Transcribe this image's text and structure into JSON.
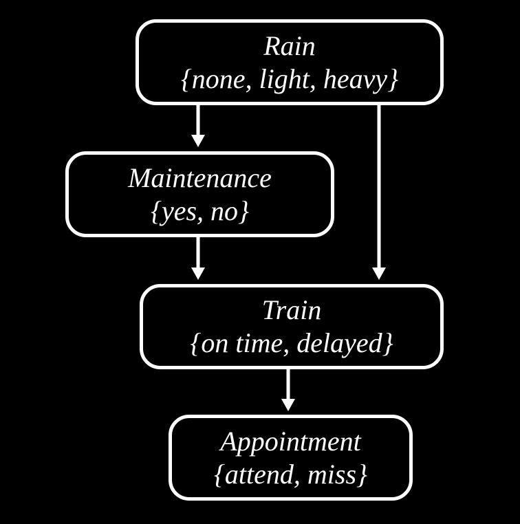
{
  "diagram": {
    "type": "bayesian-network",
    "colors": {
      "background": "#000000",
      "node_border": "#ffffff",
      "text": "#ffffff",
      "arrow": "#ffffff"
    },
    "nodes": [
      {
        "id": "rain",
        "label": "Rain",
        "values": "{none, light, heavy}"
      },
      {
        "id": "maintenance",
        "label": "Maintenance",
        "values": "{yes, no}"
      },
      {
        "id": "train",
        "label": "Train",
        "values": "{on time, delayed}"
      },
      {
        "id": "appointment",
        "label": "Appointment",
        "values": "{attend, miss}"
      }
    ],
    "edges": [
      {
        "from": "rain",
        "to": "maintenance"
      },
      {
        "from": "rain",
        "to": "train"
      },
      {
        "from": "maintenance",
        "to": "train"
      },
      {
        "from": "train",
        "to": "appointment"
      }
    ]
  }
}
